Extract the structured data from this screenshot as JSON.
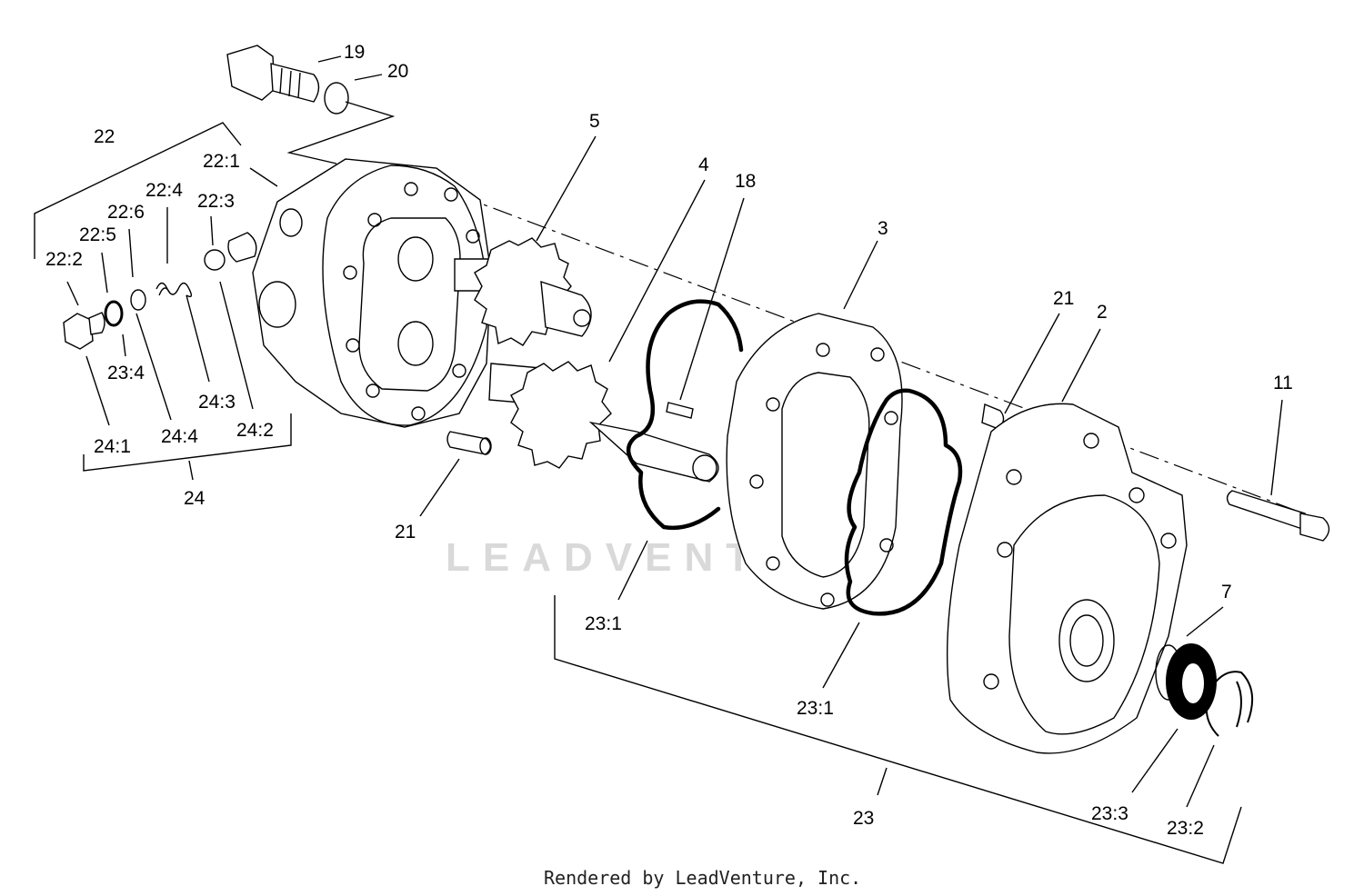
{
  "labels": {
    "l19": "19",
    "l20": "20",
    "l22": "22",
    "l22_1": "22:1",
    "l22_4": "22:4",
    "l22_6": "22:6",
    "l22_3": "22:3",
    "l22_5": "22:5",
    "l22_2": "22:2",
    "l23_4": "23:4",
    "l24_3": "24:3",
    "l24_1": "24:1",
    "l24_4": "24:4",
    "l24_2": "24:2",
    "l24": "24",
    "l21a": "21",
    "l5": "5",
    "l4": "4",
    "l18": "18",
    "l3": "3",
    "l21b": "21",
    "l2": "2",
    "l11": "11",
    "l7": "7",
    "l23_1a": "23:1",
    "l23_1b": "23:1",
    "l23": "23",
    "l23_3": "23:3",
    "l23_2": "23:2"
  },
  "watermark": "LEADVENTURE",
  "footer": "Rendered by LeadVenture, Inc."
}
